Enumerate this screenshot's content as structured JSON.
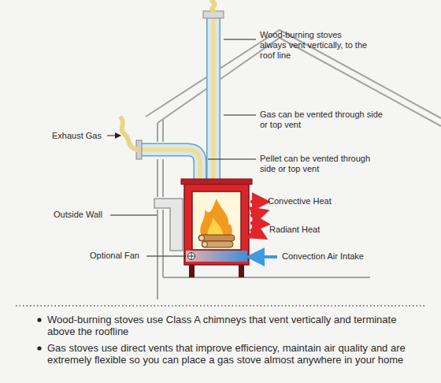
{
  "diagram": {
    "labels": [
      "Wood-burning stoves always vent vertically, to the roof line",
      "Gas can be vented through side or top vent",
      "Pellet can be vented through side or top vent",
      "Exhaust Gas",
      "Outside Wall",
      "Optional Fan",
      "Convective Heat",
      "Radiant Heat",
      "Convection Air Intake",
      "Wood-burning stoves use Class A chimneys that vent vertically and terminate above the roofline",
      "Gas stoves use direct vents that improve efficiency, maintain air quality and are extremely flexible so you can place a gas stove almost anywhere in your home"
    ]
  }
}
